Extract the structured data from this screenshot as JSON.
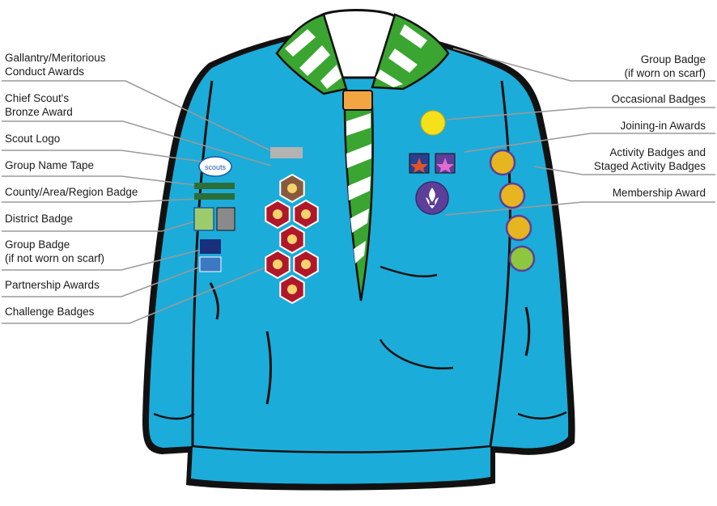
{
  "labels_left": [
    {
      "id": "gallantry",
      "text": "Gallantry/Meritorious\nConduct Awards"
    },
    {
      "id": "chief-scout",
      "text": "Chief Scout's\nBronze Award"
    },
    {
      "id": "scout-logo",
      "text": "Scout Logo"
    },
    {
      "id": "group-name-tape",
      "text": "Group Name Tape"
    },
    {
      "id": "county-badge",
      "text": "County/Area/Region Badge"
    },
    {
      "id": "district-badge",
      "text": "District Badge"
    },
    {
      "id": "group-badge-left",
      "text": "Group Badge\n(if not worn on scarf)"
    },
    {
      "id": "partnership",
      "text": "Partnership Awards"
    },
    {
      "id": "challenge",
      "text": "Challenge Badges"
    }
  ],
  "labels_right": [
    {
      "id": "group-badge-right",
      "text": "Group Badge\n(if worn on scarf)"
    },
    {
      "id": "occasional",
      "text": "Occasional Badges"
    },
    {
      "id": "joining-in",
      "text": "Joining-in Awards"
    },
    {
      "id": "activity",
      "text": "Activity Badges and\nStaged Activity Badges"
    },
    {
      "id": "membership",
      "text": "Membership Award"
    }
  ],
  "logo_text": "scouts",
  "colors": {
    "jumper": "#1cacd9",
    "jumper_dark": "#0f8fbd",
    "outline": "#111111",
    "scarf_green": "#3aa531",
    "scarf_white": "#ffffff",
    "woggle": "#f2a541",
    "challenge_badge": "#b0182a",
    "membership": "#5b3f99",
    "occasional": "#f5e11a",
    "activity": "#e6b520",
    "tape": "#2b6e3a",
    "leader_line": "#9a9a9a"
  }
}
